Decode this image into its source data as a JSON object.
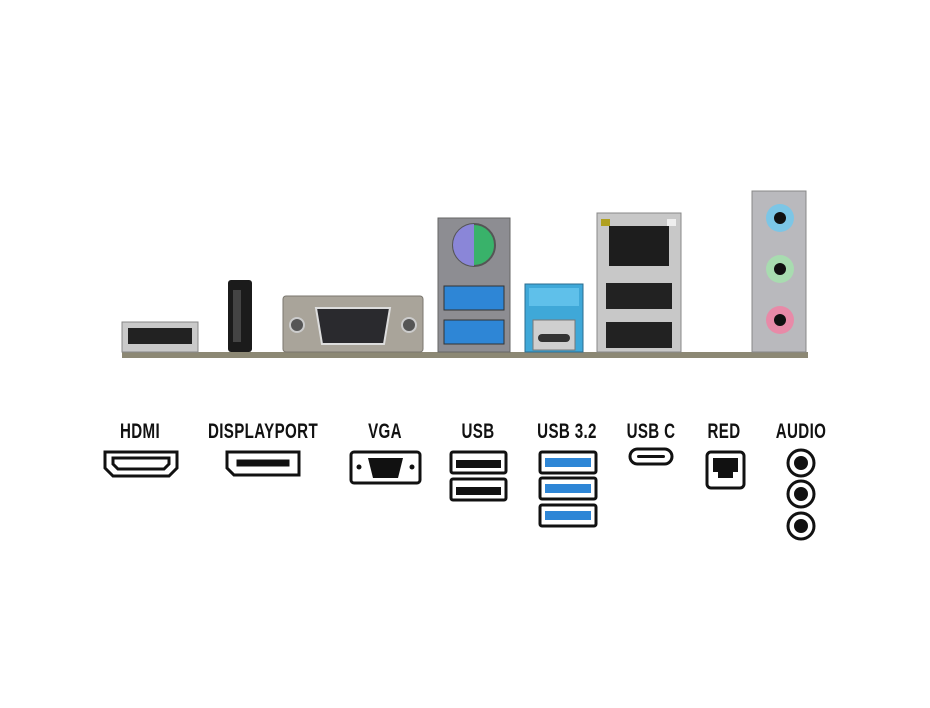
{
  "labels": {
    "hdmi": "HDMI",
    "displayport": "DISPLAYPORT",
    "vga": "VGA",
    "usb": "USB",
    "usb32": "USB 3.2",
    "usbc": "USB C",
    "red": "RED",
    "audio": "AUDIO"
  },
  "colors": {
    "usb3_blue": "#2e86d6",
    "audio_blue": "#7cc6e6",
    "audio_green": "#a8dcb0",
    "audio_pink": "#e88aa8",
    "ps2_purple": "#8a86d8",
    "ps2_green": "#39b26a"
  }
}
